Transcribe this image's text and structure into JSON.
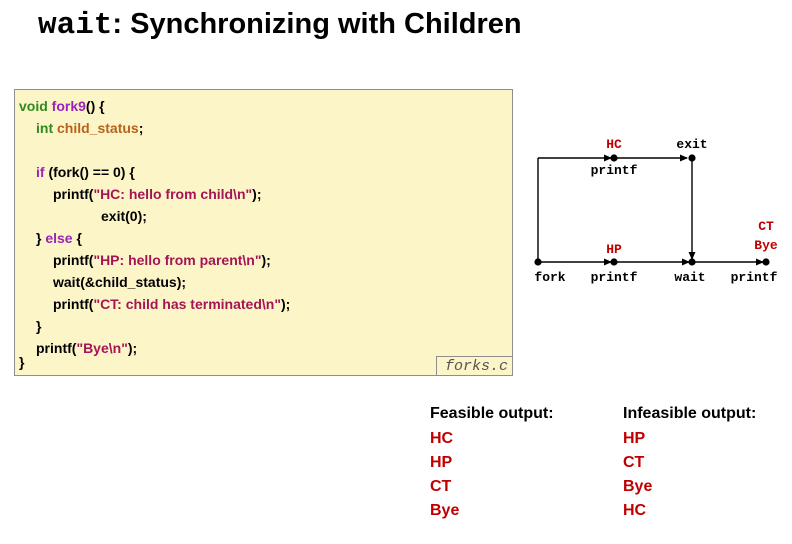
{
  "title": {
    "mono": "wait",
    "rest": ": Synchronizing with Children"
  },
  "code": {
    "l1": {
      "kw": "void",
      "fn": "fork9",
      "rest": "() {"
    },
    "l2": {
      "kw": "int",
      "var": "child_status",
      "rest": ";"
    },
    "l3": {
      "kw": "if",
      "rest": " (fork() == 0) {"
    },
    "l4": {
      "pre": "printf(",
      "str": "\"HC: hello from child\\n\"",
      "post": ");"
    },
    "l5": {
      "text": "exit(0);"
    },
    "l6": {
      "pre": "} ",
      "kw": "else",
      "post": " {"
    },
    "l7": {
      "pre": "printf(",
      "str": "\"HP: hello from parent\\n\"",
      "post": ");"
    },
    "l8": {
      "text": "wait(&child_status);"
    },
    "l9": {
      "pre": "printf(",
      "str": "\"CT: child has terminated\\n\"",
      "post": ");"
    },
    "l10": {
      "text": "}"
    },
    "l11": {
      "pre": "printf(",
      "str": "\"Bye\\n\"",
      "post": ");"
    },
    "l12": {
      "text": "}"
    },
    "filename": "forks.c"
  },
  "diagram": {
    "hc": "HC",
    "exit": "exit",
    "printf_child": "printf",
    "ct": "CT",
    "bye": "Bye",
    "hp": "HP",
    "fork": "fork",
    "printf_parent": "printf",
    "wait": "wait",
    "printf_final": "printf"
  },
  "outputs": {
    "feasible": {
      "heading": "Feasible output:",
      "items": [
        "HC",
        "HP",
        "CT",
        "Bye"
      ]
    },
    "infeasible": {
      "heading": "Infeasible output:",
      "items": [
        "HP",
        "CT",
        "Bye",
        "HC"
      ]
    }
  }
}
